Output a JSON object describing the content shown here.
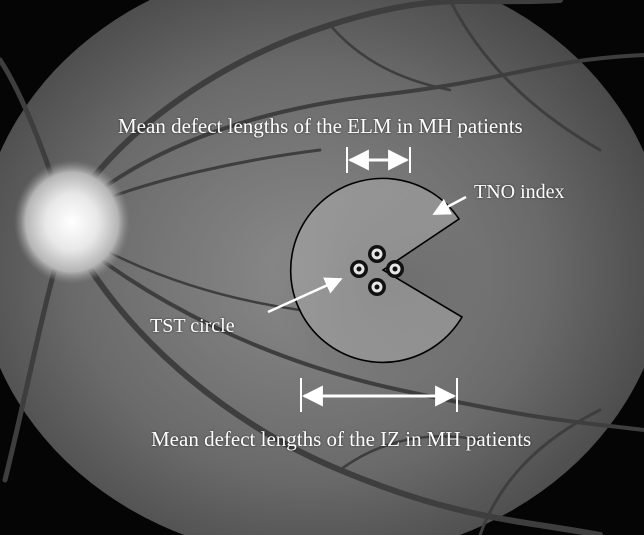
{
  "labels": {
    "elm_defect": "Mean defect lengths of the ELM in MH patients",
    "tno_index": "TNO index",
    "tst_circle": "TST circle",
    "iz_defect": "Mean defect lengths of the IZ in MH patients"
  },
  "colors": {
    "background": "#050505",
    "fundus_mid": "#6f6f6f",
    "optic_disc": "#f2f2f2",
    "overlay_fill": "#a9a9a9",
    "annotation": "#ffffff",
    "outline": "#000000"
  }
}
